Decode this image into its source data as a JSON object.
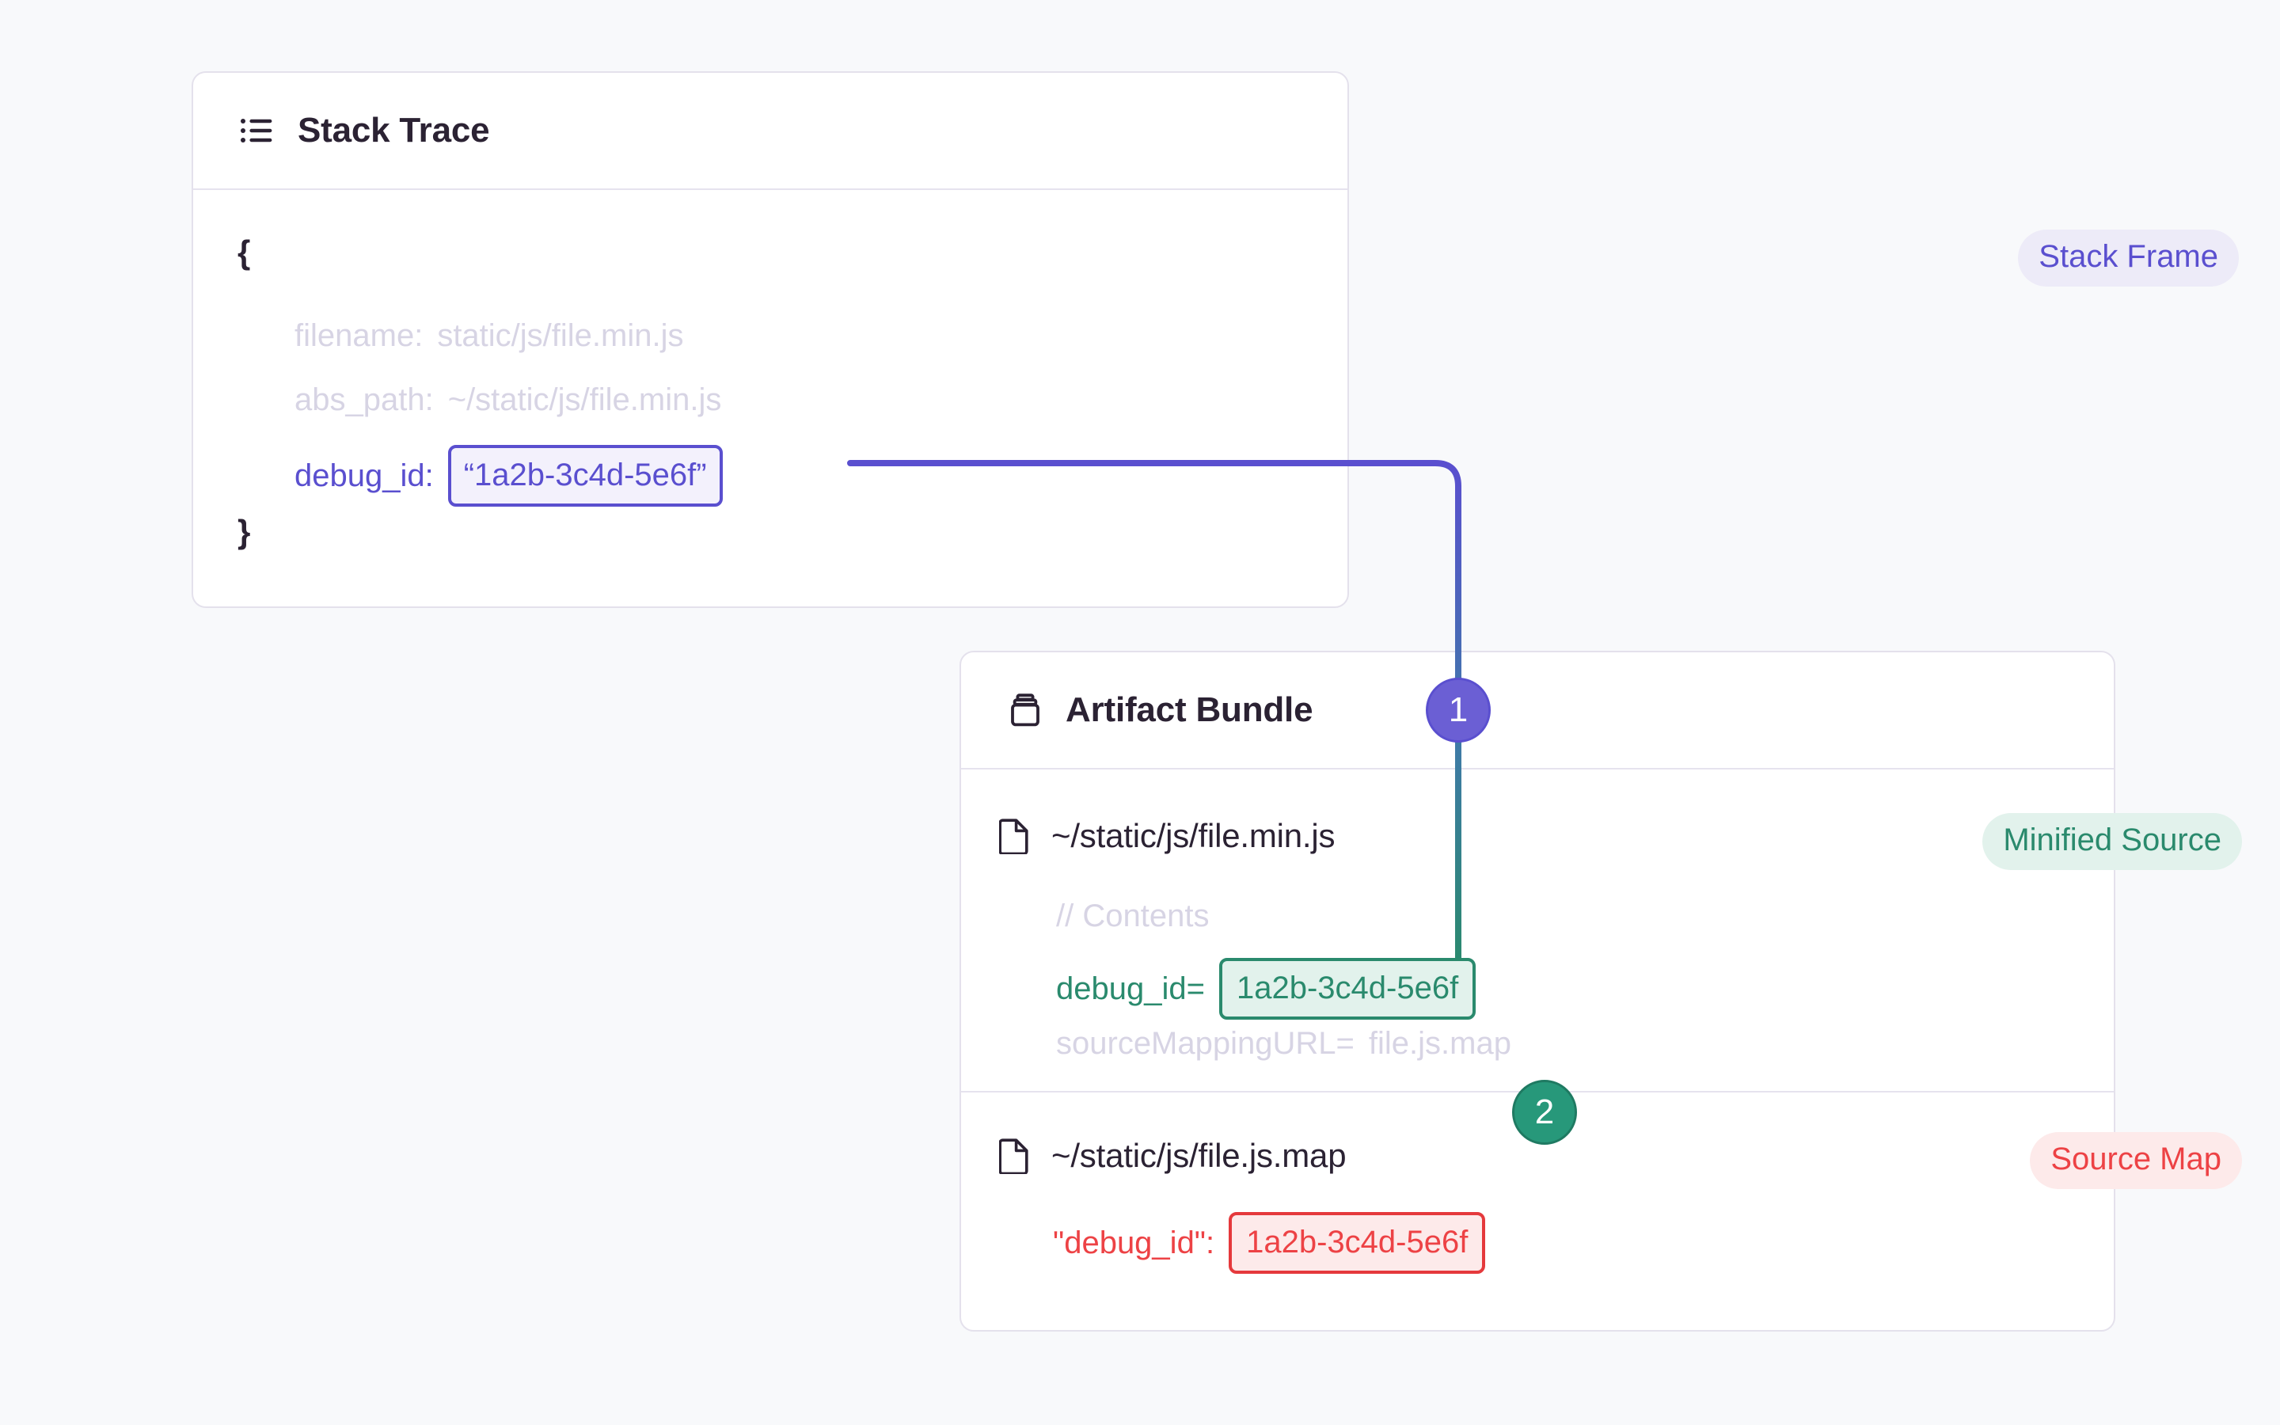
{
  "page": {
    "background": "#f8f9fb",
    "debug_id_value": "1a2b-3c4d-5e6f"
  },
  "stack_trace_card": {
    "icon": "list-icon",
    "title": "Stack Trace",
    "tag": {
      "label": "Stack Frame",
      "bg": "#edebf8",
      "fg": "#5a4fcf"
    },
    "brace_open": "{",
    "brace_close": "}",
    "fields": [
      {
        "key": "filename:",
        "value": "static/js/file.min.js",
        "state": "muted"
      },
      {
        "key": "abs_path:",
        "value": "~/static/js/file.min.js",
        "state": "muted"
      },
      {
        "key": "debug_id:",
        "value": "“1a2b-3c4d-5e6f”",
        "state": "highlight",
        "color": "#5a4fcf"
      }
    ]
  },
  "artifact_bundle_card": {
    "icon": "archive-icon",
    "title": "Artifact Bundle",
    "entries": [
      {
        "file_icon": "file-icon",
        "filename": "~/static/js/file.min.js",
        "tag": {
          "label": "Minified Source",
          "bg": "#e2f2ec",
          "fg": "#2a8a6d"
        },
        "lines": [
          {
            "text": "// Contents",
            "state": "muted"
          },
          {
            "key": "debug_id=",
            "value": "1a2b-3c4d-5e6f",
            "state": "highlight",
            "color": "#2a8a6d"
          },
          {
            "key": "sourceMappingURL=",
            "value": "file.js.map",
            "state": "muted"
          }
        ]
      },
      {
        "file_icon": "file-icon",
        "filename": "~/static/js/file.js.map",
        "tag": {
          "label": "Source Map",
          "bg": "#fdeaea",
          "fg": "#ed4245"
        },
        "lines": [
          {
            "key": "\"debug_id\":",
            "value": "1a2b-3c4d-5e6f",
            "state": "highlight",
            "color": "#ed4245"
          }
        ]
      }
    ]
  },
  "steps": [
    {
      "number": "1",
      "color": "#6b5fd4",
      "border": "#5a4fcf"
    },
    {
      "number": "2",
      "color": "#27987a",
      "border": "#1f7a62"
    }
  ],
  "connectors": [
    {
      "name": "stack-trace-to-minified-source",
      "from_color": "#5a4fcf",
      "to_color": "#2a8a6d"
    },
    {
      "name": "minified-source-to-source-map",
      "from_color": "#2a8a6d",
      "to_color": "#e5393c"
    }
  ]
}
